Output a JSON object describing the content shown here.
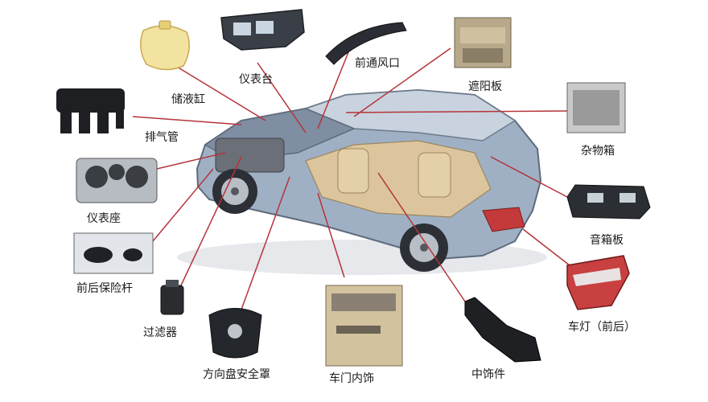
{
  "parts": [
    {
      "key": "dashboard",
      "label": "仪表台"
    },
    {
      "key": "windshield",
      "label": "前通风口"
    },
    {
      "key": "sunvisor",
      "label": "遮阳板"
    },
    {
      "key": "reservoir",
      "label": "储液缸"
    },
    {
      "key": "exhaust",
      "label": "排气管"
    },
    {
      "key": "glovebox",
      "label": "杂物箱"
    },
    {
      "key": "gaugeseat",
      "label": "仪表座"
    },
    {
      "key": "speakerpanel",
      "label": "音箱板"
    },
    {
      "key": "bumper",
      "label": "前后保险杆"
    },
    {
      "key": "taillight",
      "label": "车灯（前后）"
    },
    {
      "key": "filter",
      "label": "过滤器"
    },
    {
      "key": "airbag",
      "label": "方向盘安全罩"
    },
    {
      "key": "doortrim",
      "label": "车门内饰"
    },
    {
      "key": "console",
      "label": "中饰件"
    }
  ],
  "colors": {
    "leader": "#b5343a",
    "car_body": "#8fa0b5",
    "interior": "#d8c29a"
  }
}
